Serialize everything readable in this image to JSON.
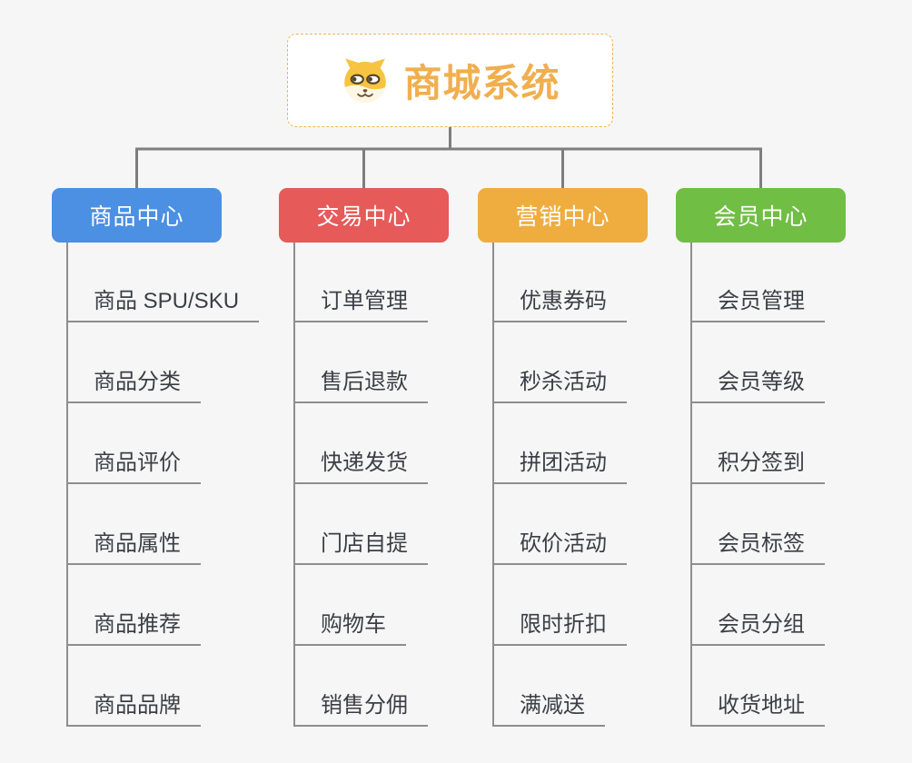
{
  "page": {
    "background_color": "#F6F6F6",
    "connector_color": "#7E7E7E",
    "leaf_line_color": "#8E8E8E",
    "leaf_text_color": "#3B3F45"
  },
  "root": {
    "title": "商城系统",
    "icon": "shiba-dog-icon",
    "text_color": "#F0AF4E",
    "border_color": "#F2B352"
  },
  "branches": [
    {
      "label": "商品中心",
      "color": "#4B90E2",
      "items": [
        "商品 SPU/SKU",
        "商品分类",
        "商品评价",
        "商品属性",
        "商品推荐",
        "商品品牌"
      ]
    },
    {
      "label": "交易中心",
      "color": "#E65A5A",
      "items": [
        "订单管理",
        "售后退款",
        "快递发货",
        "门店自提",
        "购物车",
        "销售分佣"
      ]
    },
    {
      "label": "营销中心",
      "color": "#EFAD3F",
      "items": [
        "优惠券码",
        "秒杀活动",
        "拼团活动",
        "砍价活动",
        "限时折扣",
        "满减送"
      ]
    },
    {
      "label": "会员中心",
      "color": "#70BE44",
      "items": [
        "会员管理",
        "会员等级",
        "积分签到",
        "会员标签",
        "会员分组",
        "收货地址"
      ]
    }
  ]
}
